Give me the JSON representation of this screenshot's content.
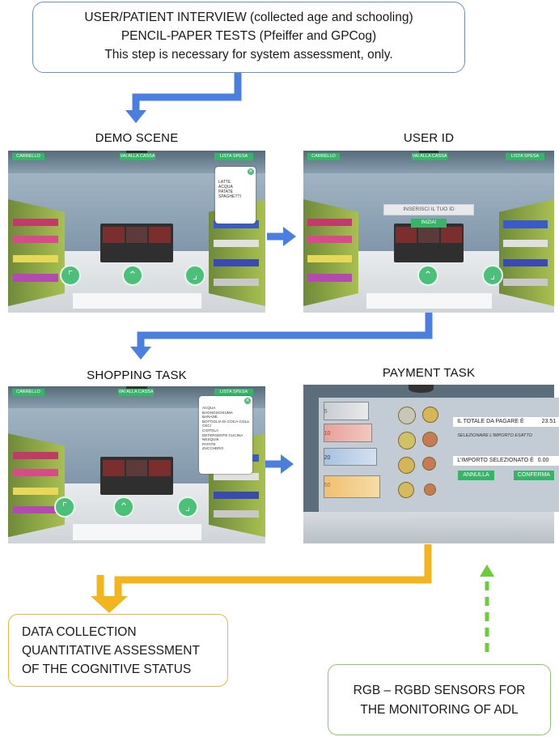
{
  "top_box": {
    "line1": "USER/PATIENT INTERVIEW (collected age and schooling)",
    "line2": "PENCIL-PAPER TESTS (Pfeiffer  and GPCog)",
    "line3": "This step is necessary for system assessment, only."
  },
  "steps": {
    "demo": {
      "label": "DEMO SCENE",
      "btn_cart": "CARRELLO",
      "btn_checkout": "VAI ALLA CASSA",
      "btn_list": "LISTA SPESA",
      "list_items": [
        "LATTE",
        "ACQUA",
        "PATATE",
        "SPAGHETTI"
      ]
    },
    "userid": {
      "label": "USER ID",
      "btn_cart": "CARRELLO",
      "btn_checkout": "VAI ALLA CASSA",
      "btn_list": "LISTA SPESA",
      "prompt": "INSERISCI IL TUO ID",
      "start": "INIZIA!"
    },
    "shopping": {
      "label": "SHOPPING TASK",
      "btn_cart": "CARRELLO",
      "btn_checkout": "VAI ALLA CASSA",
      "btn_list": "LISTA SPESA",
      "list_items": [
        "ACQUA",
        "BAGNOSCHIUMA",
        "BANANE",
        "BOTTIGLIA DI COCA-COLa",
        "CECI",
        "CIOTOLA",
        "DETERGENTE CUCINA",
        "NESQUIK",
        "PATATE",
        "ZUCCHERO"
      ]
    },
    "payment": {
      "label": "PAYMENT TASK",
      "total_label": "IL TOTALE DA PAGARE È",
      "total_value": "23.51",
      "instruction": "SELEZIONARE L'IMPORTO ESATTO",
      "selected_label": "L'IMPORTO SELEZIONATO È",
      "selected_value": "0.00",
      "cancel": "ANNULLA",
      "confirm": "CONFERMA",
      "bill_values": [
        "5",
        "10",
        "20",
        "50"
      ]
    }
  },
  "data_box": {
    "line1": "DATA COLLECTION",
    "line2": "QUANTITATIVE ASSESSMENT",
    "line3": "OF THE COGNITIVE STATUS"
  },
  "sensor_box": {
    "line1": "RGB – RGBD SENSORS FOR",
    "line2": "THE MONITORING  OF ADL"
  },
  "colors": {
    "blue_arrow": "#4a7fe0",
    "orange_arrow": "#f2b51e",
    "green_arrow": "#6ccd3c",
    "ui_green": "#37b36a"
  },
  "icons": {
    "nav_up": "chevron-up-icon",
    "nav_left": "corner-left-icon",
    "nav_right": "corner-right-icon",
    "close": "close-icon"
  }
}
